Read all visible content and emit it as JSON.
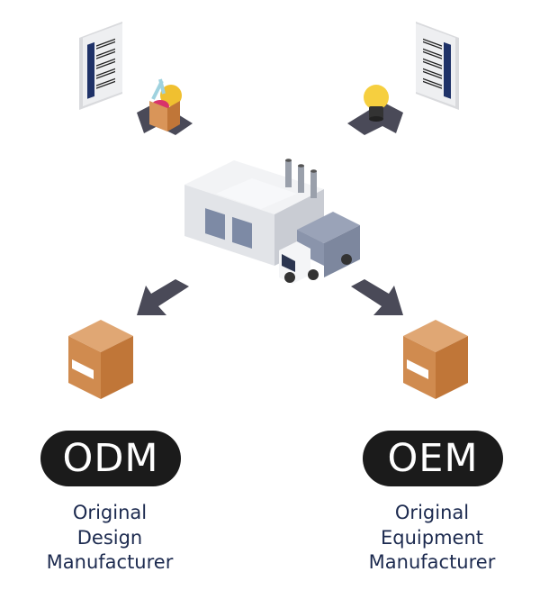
{
  "left": {
    "acronym": "ODM",
    "description_lines": [
      "Original",
      "Design",
      "Manufacturer"
    ]
  },
  "right": {
    "acronym": "OEM",
    "description_lines": [
      "Original",
      "Equipment",
      "Manufacturer"
    ]
  },
  "colors": {
    "pill": "#1b1b1b",
    "label_text": "#1c2a4f",
    "box": "#d08b4f",
    "arrow": "#4a4a58",
    "document_bar": "#1f3268"
  }
}
